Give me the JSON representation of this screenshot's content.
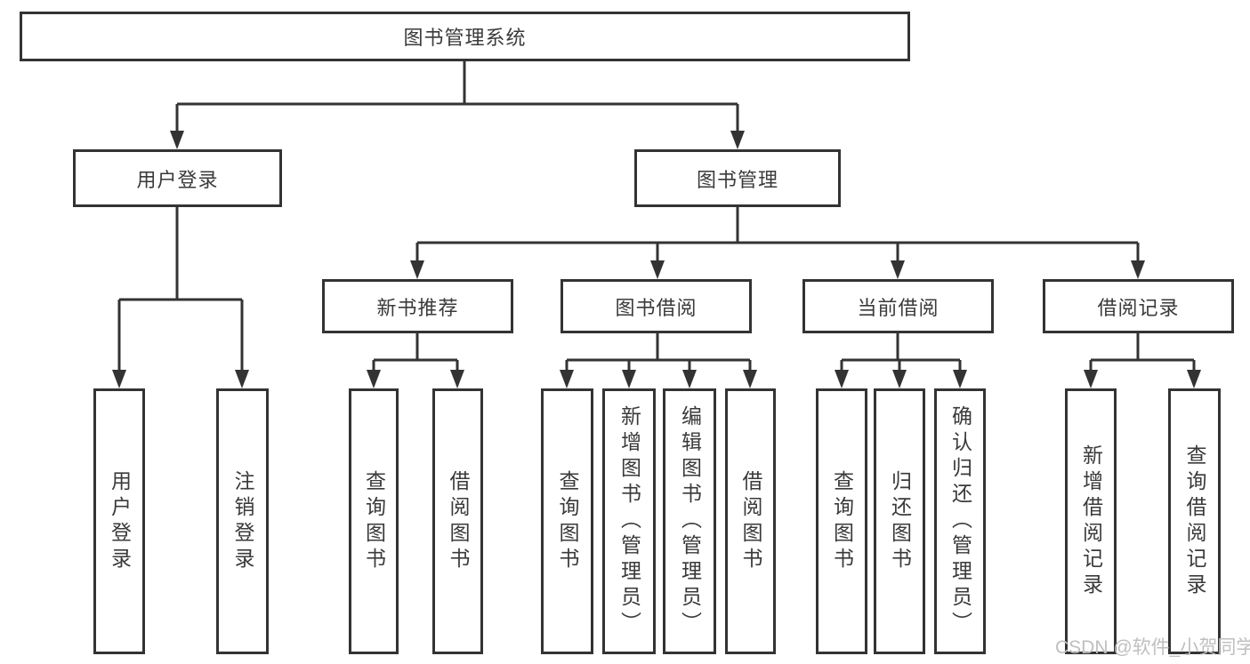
{
  "diagram": {
    "root": {
      "label": "图书管理系统"
    },
    "level2": {
      "user_login": {
        "label": "用户登录"
      },
      "book_mgmt": {
        "label": "图书管理"
      }
    },
    "level3": {
      "new_book_rec": {
        "label": "新书推荐"
      },
      "book_borrow": {
        "label": "图书借阅"
      },
      "current_borrow": {
        "label": "当前借阅"
      },
      "borrow_records": {
        "label": "借阅记录"
      }
    },
    "leaves": {
      "user_login": {
        "label": "用户登录"
      },
      "logout": {
        "label": "注销登录"
      },
      "rec_query_books": {
        "label": "查询图书"
      },
      "rec_borrow_books": {
        "label": "借阅图书"
      },
      "bor_query_books": {
        "label": "查询图书"
      },
      "bor_add_books_admin": {
        "label": "新增图书（管理员）"
      },
      "bor_edit_books_admin": {
        "label": "编辑图书（管理员）"
      },
      "bor_borrow_books": {
        "label": "借阅图书"
      },
      "cur_query_books": {
        "label": "查询图书"
      },
      "cur_return_books": {
        "label": "归还图书"
      },
      "cur_confirm_return_admin": {
        "label": "确认归还（管理员）"
      },
      "rec_add_record": {
        "label": "新增借阅记录"
      },
      "rec_query_record": {
        "label": "查询借阅记录"
      }
    }
  },
  "colors": {
    "line": "#333333",
    "text": "#3a3a3a",
    "watermark": "#bfbfbf",
    "background": "#ffffff"
  },
  "watermark": {
    "text": "CSDN @软件_小贺同学"
  }
}
